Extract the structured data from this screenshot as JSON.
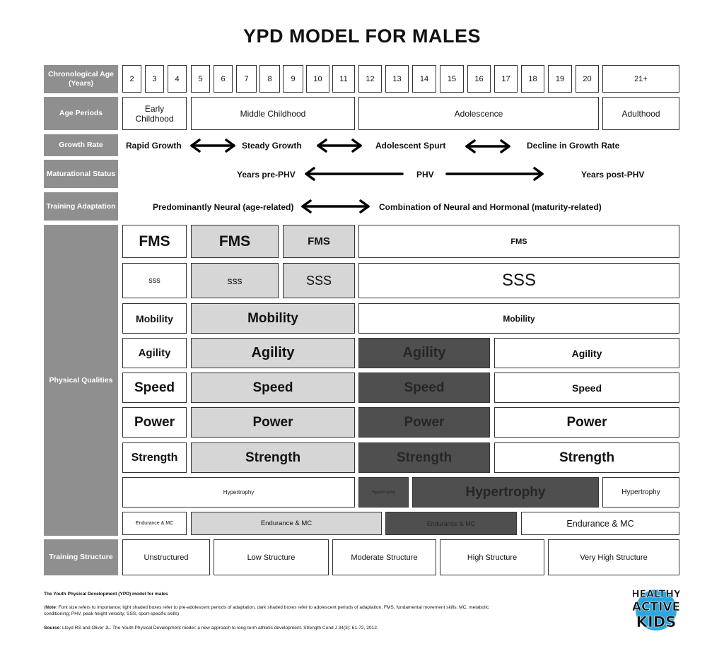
{
  "title": "YPD MODEL FOR MALES",
  "row_labels": {
    "chronological_age": "Chronological Age (Years)",
    "age_periods": "Age Periods",
    "growth_rate": "Growth Rate",
    "maturational_status": "Maturational Status",
    "training_adaptation": "Training Adaptation",
    "physical_qualities": "Physical Qualities",
    "training_structure": "Training Structure"
  },
  "ages": [
    "2",
    "3",
    "4",
    "5",
    "6",
    "7",
    "8",
    "9",
    "10",
    "11",
    "12",
    "13",
    "14",
    "15",
    "16",
    "17",
    "18",
    "19",
    "20",
    "21+"
  ],
  "age_periods": [
    "Early Childhood",
    "Middle Childhood",
    "Adolescence",
    "Adulthood"
  ],
  "growth_rate": [
    "Rapid Growth",
    "Steady Growth",
    "Adolescent Spurt",
    "Decline in Growth Rate"
  ],
  "maturational_status": [
    "Years pre-PHV",
    "PHV",
    "Years post-PHV"
  ],
  "training_adaptation": [
    "Predominantly Neural (age-related)",
    "Combination of Neural and Hormonal (maturity-related)"
  ],
  "qualities": {
    "fms": "FMS",
    "sss_small": "sss",
    "sss": "SSS",
    "mobility": "Mobility",
    "agility": "Agility",
    "speed": "Speed",
    "power": "Power",
    "strength": "Strength",
    "hypertrophy": "Hypertrophy",
    "endurance": "Endurance & MC"
  },
  "training_structure": [
    "Unstructured",
    "Low Structure",
    "Moderate Structure",
    "High Structure",
    "Very High Structure"
  ],
  "legend": {
    "light": "light shaded boxes refer to pre-adolescent periods of adaptation",
    "dark": "dark shaded boxes refer to adolescent periods of adaptation"
  },
  "footer": {
    "caption": "The Youth Physical Development (YPD) model for males",
    "note_label": "Note",
    "note": ": Font size refers to importance; light shaded boxes refer to pre-adolescent periods of adaptation, dark shaded boxes refer to adolescent periods of adaptation. FMS, fundamental movement skills; MC, metabolic conditioning; PHV, peak height velocity; SSS, sport-specific skills)",
    "source_label": "Source",
    "source": ": Lloyd RS and Oliver JL. The Youth Physical Development model: a new approach to long-term athletic development. Strength Cond J 34(3): 61-72, 2012."
  },
  "logo": {
    "text": "HEALTHY ACTIVE KIDS",
    "lines": [
      "HEALTHY",
      "ACTIVE",
      "KIDS"
    ],
    "color": "#2aa7e0"
  },
  "colors": {
    "label_bg": "#8f8f8f",
    "light": "#d6d6d6",
    "dark": "#4f4f4f"
  }
}
